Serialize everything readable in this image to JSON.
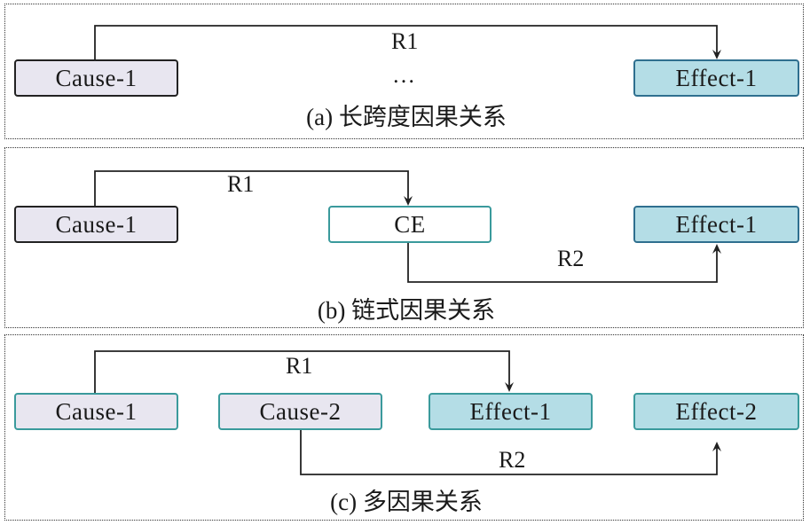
{
  "colors": {
    "cause_fill": "#e8e6f0",
    "effect_fill": "#b4dde6",
    "ce_fill": "#ffffff",
    "border_dark": "#222222",
    "border_teal": "#3a9a9c",
    "arrow": "#222222"
  },
  "panel_a": {
    "caption": "(a) 长跨度因果关系",
    "cause": "Cause-1",
    "effect": "Effect-1",
    "relation": "R1",
    "ellipsis": "…"
  },
  "panel_b": {
    "caption": "(b) 链式因果关系",
    "cause": "Cause-1",
    "middle": "CE",
    "effect": "Effect-1",
    "relation_1": "R1",
    "relation_2": "R2"
  },
  "panel_c": {
    "caption": "(c) 多因果关系",
    "cause_1": "Cause-1",
    "cause_2": "Cause-2",
    "effect_1": "Effect-1",
    "effect_2": "Effect-2",
    "relation_1": "R1",
    "relation_2": "R2"
  }
}
